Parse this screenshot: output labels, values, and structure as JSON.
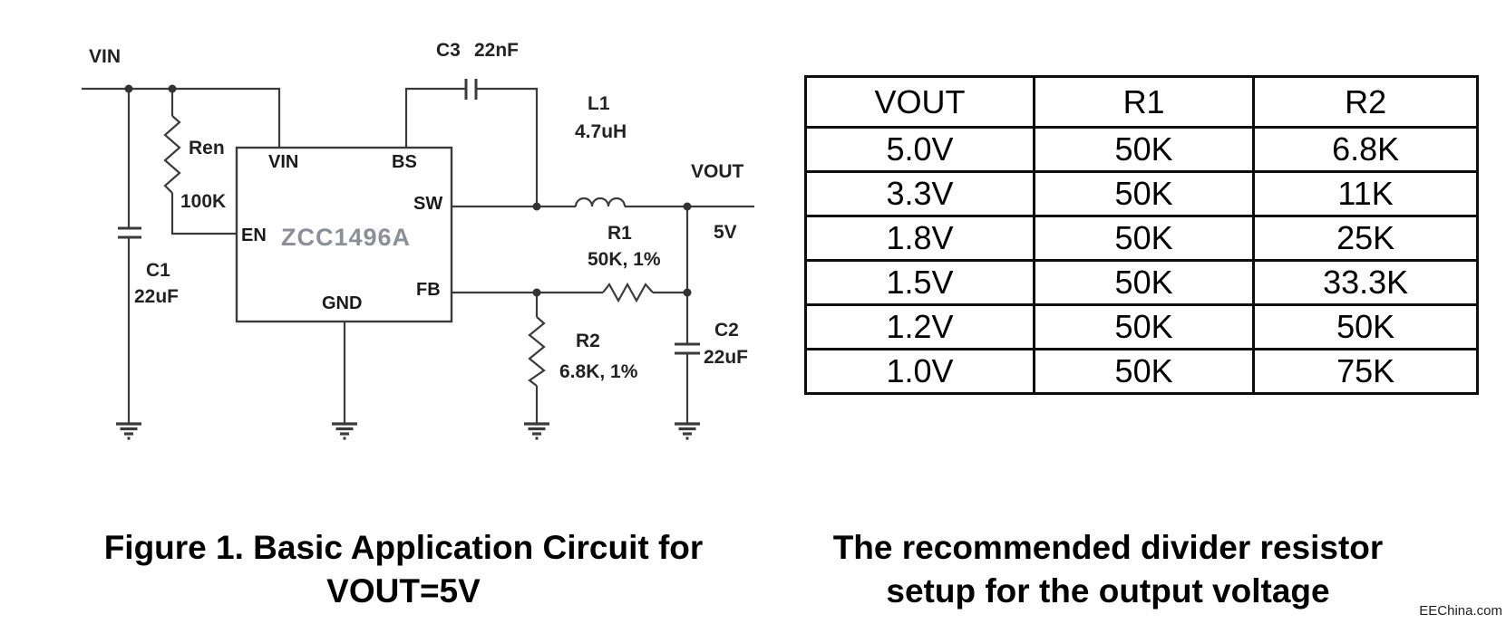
{
  "circuit": {
    "caption_line1": "Figure 1. Basic Application Circuit for",
    "caption_line2": "VOUT=5V",
    "labels": {
      "vin_terminal": "VIN",
      "ren_name": "Ren",
      "ren_value": "100K",
      "c1_name": "C1",
      "c1_value": "22uF",
      "c3_name": "C3",
      "c3_value": "22nF",
      "l1_name": "L1",
      "l1_value": "4.7uH",
      "vout_terminal": "VOUT",
      "vout_value": "5V",
      "r1_name": "R1",
      "r1_value": "50K, 1%",
      "r2_name": "R2",
      "r2_value": "6.8K, 1%",
      "c2_name": "C2",
      "c2_value": "22uF"
    },
    "chip": {
      "part_number": "ZCC1496A",
      "part_color": "#8a9099",
      "pins": {
        "vin": "VIN",
        "bs": "BS",
        "sw": "SW",
        "en": "EN",
        "fb": "FB",
        "gnd": "GND"
      }
    }
  },
  "table": {
    "caption_line1": "The recommended divider resistor",
    "caption_line2": "setup for the output voltage",
    "headers": [
      "VOUT",
      "R1",
      "R2"
    ],
    "rows": [
      [
        "5.0V",
        "50K",
        "6.8K"
      ],
      [
        "3.3V",
        "50K",
        "11K"
      ],
      [
        "1.8V",
        "50K",
        "25K"
      ],
      [
        "1.5V",
        "50K",
        "33.3K"
      ],
      [
        "1.2V",
        "50K",
        "50K"
      ],
      [
        "1.0V",
        "50K",
        "75K"
      ]
    ]
  },
  "watermark": "EEChina.com"
}
